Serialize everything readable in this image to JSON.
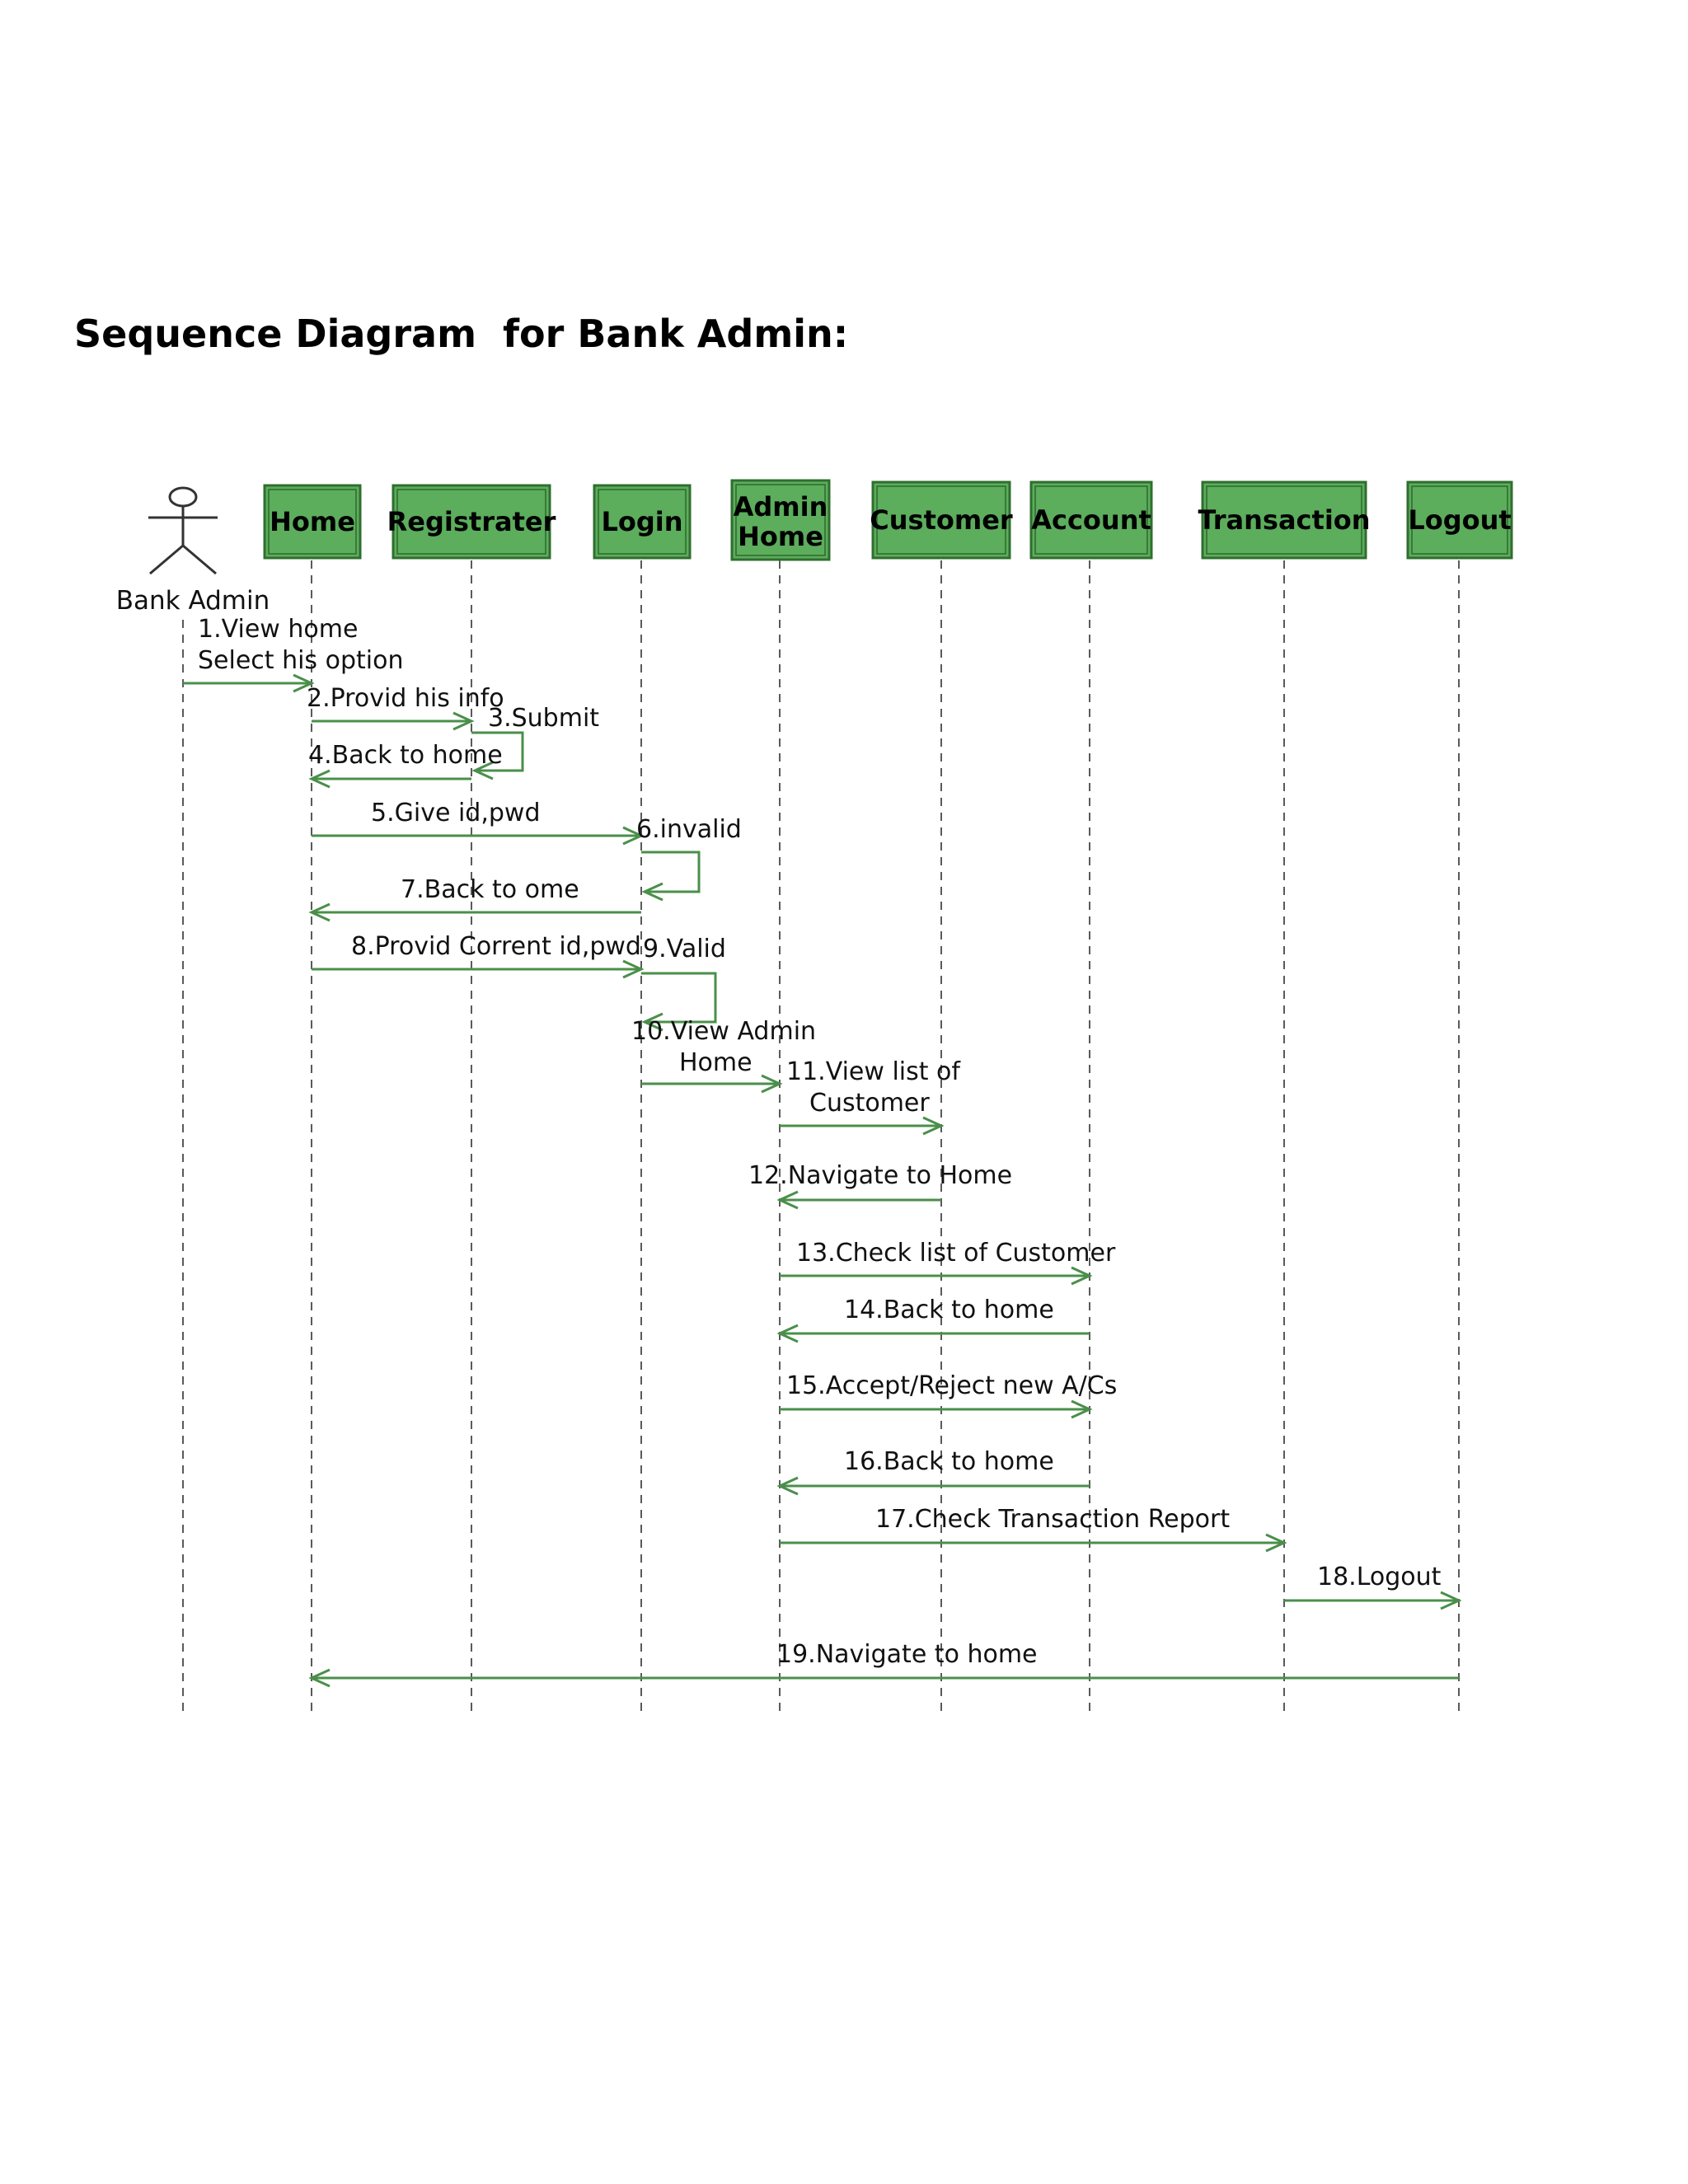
{
  "page": {
    "title": "Sequence Diagram  for Bank Admin:"
  },
  "diagram": {
    "actor": {
      "label": "Bank Admin"
    },
    "participants": [
      {
        "id": "home",
        "lines": [
          "Home"
        ]
      },
      {
        "id": "registrater",
        "lines": [
          "Registrater"
        ]
      },
      {
        "id": "login",
        "lines": [
          "Login"
        ]
      },
      {
        "id": "admin_home",
        "lines": [
          "Admin",
          "Home"
        ]
      },
      {
        "id": "customer",
        "lines": [
          "Customer"
        ]
      },
      {
        "id": "account",
        "lines": [
          "Account"
        ]
      },
      {
        "id": "transaction",
        "lines": [
          "Transaction"
        ]
      },
      {
        "id": "logout",
        "lines": [
          "Logout"
        ]
      }
    ],
    "messages": [
      {
        "from": "actor",
        "to": "home",
        "lines": [
          "1.View home",
          "Select his option"
        ]
      },
      {
        "from": "home",
        "to": "registrater",
        "lines": [
          "2.Provid his info"
        ]
      },
      {
        "from": "registrater",
        "to": "registrater",
        "lines": [
          "3.Submit"
        ]
      },
      {
        "from": "registrater",
        "to": "home",
        "lines": [
          "4.Back to home"
        ]
      },
      {
        "from": "home",
        "to": "login",
        "lines": [
          "5.Give id,pwd"
        ]
      },
      {
        "from": "login",
        "to": "login",
        "lines": [
          "6.invalid"
        ]
      },
      {
        "from": "login",
        "to": "home",
        "lines": [
          "7.Back to ome"
        ]
      },
      {
        "from": "home",
        "to": "login",
        "lines": [
          "8.Provid Corrent id,pwd"
        ]
      },
      {
        "from": "login",
        "to": "login",
        "lines": [
          "9.Valid"
        ]
      },
      {
        "from": "login",
        "to": "admin_home",
        "lines": [
          "10.View Admin",
          "Home"
        ]
      },
      {
        "from": "admin_home",
        "to": "customer",
        "lines": [
          "11.View list of",
          "Customer"
        ]
      },
      {
        "from": "customer",
        "to": "admin_home",
        "lines": [
          "12.Navigate to Home"
        ]
      },
      {
        "from": "admin_home",
        "to": "account",
        "lines": [
          "13.Check list of Customer"
        ]
      },
      {
        "from": "account",
        "to": "admin_home",
        "lines": [
          "14.Back to home"
        ]
      },
      {
        "from": "admin_home",
        "to": "account",
        "lines": [
          "15.Accept/Reject  new A/Cs"
        ]
      },
      {
        "from": "account",
        "to": "admin_home",
        "lines": [
          "16.Back to home"
        ]
      },
      {
        "from": "admin_home",
        "to": "transaction",
        "lines": [
          "17.Check Transaction Report"
        ]
      },
      {
        "from": "transaction",
        "to": "logout",
        "lines": [
          "18.Logout"
        ]
      },
      {
        "from": "logout",
        "to": "home",
        "lines": [
          "19.Navigate to home"
        ]
      }
    ],
    "colors": {
      "box_fill": "#5cad5c",
      "box_stroke": "#2f6e2f",
      "line": "#4a8f4a",
      "lifeline": "#5a5a5a"
    }
  }
}
